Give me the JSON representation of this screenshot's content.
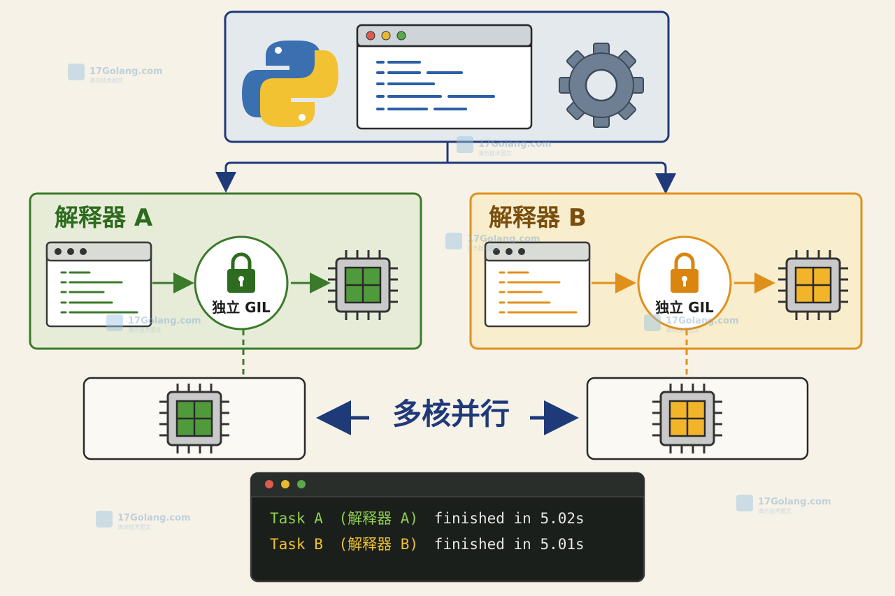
{
  "colors": {
    "navy": "#1f3a78",
    "green": "#3b7a2a",
    "green_dark": "#2d6b1f",
    "orange": "#e0901a",
    "terminal_bg": "#1b1f1c",
    "terminal_green": "#8fcf4f",
    "terminal_yellow": "#f0c030"
  },
  "interpreter_a": {
    "title": "解释器 A",
    "gil_label": "独立 GIL"
  },
  "interpreter_b": {
    "title": "解释器 B",
    "gil_label": "独立 GIL"
  },
  "center_label": "多核并行",
  "terminal": {
    "line1": {
      "task": "Task A",
      "interp": "(解释器 A)",
      "rest": "finished in 5.02s"
    },
    "line2": {
      "task": "Task B",
      "interp": "(解释器 B)",
      "rest": "finished in 5.01s"
    }
  },
  "watermark": {
    "brand": "17Golang.com",
    "sub": "演示技术图文"
  }
}
